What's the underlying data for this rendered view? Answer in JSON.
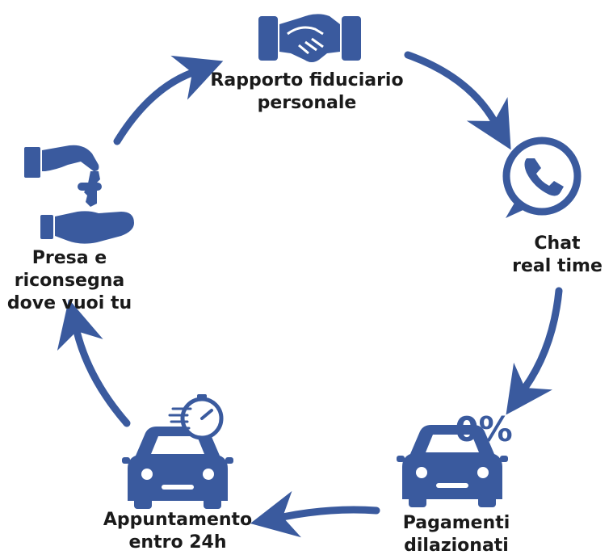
{
  "colors": {
    "accent": "#3a5a9e",
    "text": "#1a1a1a",
    "background": "#ffffff"
  },
  "steps": [
    {
      "id": "rapporto",
      "icon": "handshake-icon",
      "lines": [
        "Rapporto fiduciario",
        "personale"
      ]
    },
    {
      "id": "chat",
      "icon": "whatsapp-chat-icon",
      "lines": [
        "Chat",
        "real time"
      ]
    },
    {
      "id": "pagamenti",
      "icon": "car-zero-percent-icon",
      "badge": "0%",
      "lines": [
        "Pagamenti",
        "dilazionati"
      ]
    },
    {
      "id": "appuntamento",
      "icon": "car-speed-timer-icon",
      "lines": [
        "Appuntamento",
        "entro 24h"
      ]
    },
    {
      "id": "presa",
      "icon": "hands-key-icon",
      "lines": [
        "Presa e",
        "riconsegna",
        "dove vuoi tu"
      ]
    }
  ]
}
